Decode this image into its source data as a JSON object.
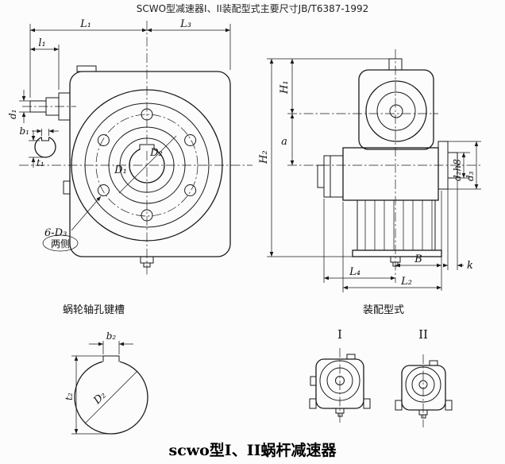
{
  "title": "SCWO型减速器I、II装配型式主要尺寸JB/T6387-1992",
  "caption": "scwo型I、II蜗杆减速器",
  "front_view": {
    "dim_L1": "L₁",
    "dim_L3": "L₃",
    "dim_l1": "l₁",
    "dim_d1": "d₁",
    "dim_b1": "b₁",
    "dim_t1": "t₁",
    "dim_D1": "D₁",
    "dim_D2": "D₂",
    "bolt_callout": "6-D₃",
    "bolt_note": "两侧"
  },
  "side_view": {
    "dim_H2": "H₂",
    "dim_H1": "H₁",
    "dim_a": "a",
    "dim_d2": "d₂h8",
    "dim_d3": "d₃",
    "dim_B": "B",
    "dim_k": "k",
    "dim_L4": "L₄",
    "dim_L2": "L₂"
  },
  "keyway_view": {
    "title": "蜗轮轴孔键槽",
    "dim_b2": "b₂",
    "dim_t2": "t₂",
    "dim_D2": "D₂"
  },
  "assembly_view": {
    "title": "装配型式",
    "label_type1": "I",
    "label_type2": "II"
  }
}
